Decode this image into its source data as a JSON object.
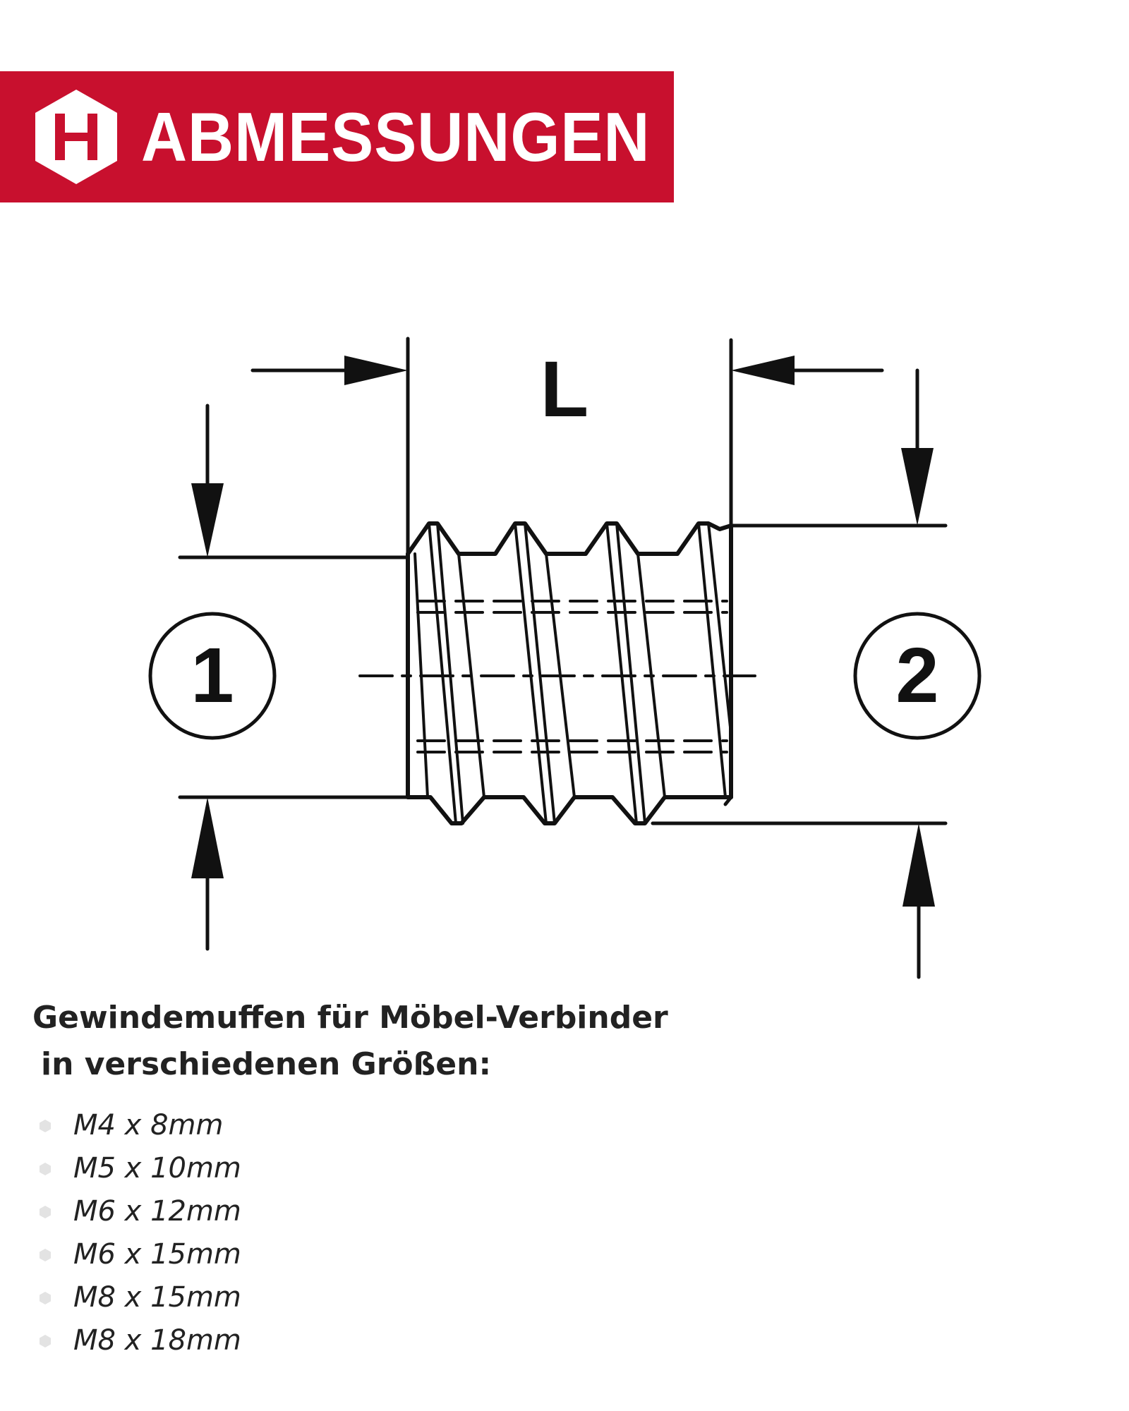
{
  "banner": {
    "title": "ABMESSUNGEN",
    "icon": "hex-h-logo-icon",
    "background_color": "#c8102e",
    "text_color": "#ffffff"
  },
  "diagram": {
    "dimension_label": "L",
    "callout_1": "1",
    "callout_2": "2",
    "line_color": "#111111"
  },
  "description": {
    "line1": "Gewindemuffen für Möbel-Verbinder",
    "line2": "in verschiedenen Größen:"
  },
  "sizes": [
    "M4 x 8mm",
    "M5 x 10mm",
    "M6 x 12mm",
    "M6 x 15mm",
    "M8 x 15mm",
    "M8 x 18mm"
  ]
}
